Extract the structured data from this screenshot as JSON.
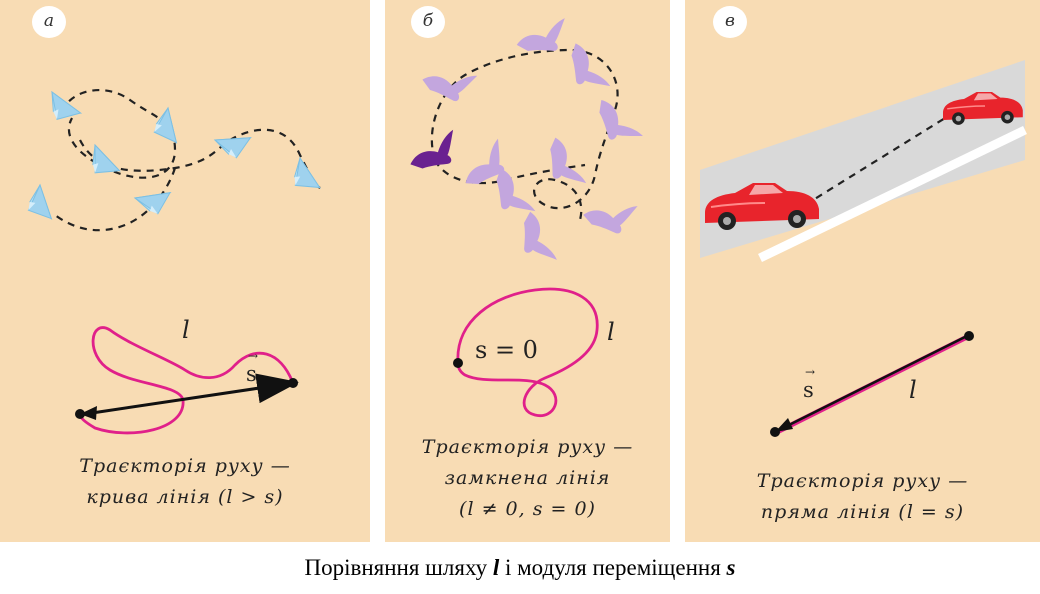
{
  "panels": [
    {
      "id": "a",
      "badge": "а",
      "path_label": "l",
      "vector_label": "s",
      "caption_line1": "Траєкторія руху —",
      "caption_line2": "крива лінія (l > s)"
    },
    {
      "id": "b",
      "badge": "б",
      "path_label": "l",
      "displacement_label": "s = 0",
      "caption_line1": "Траєкторія руху —",
      "caption_line2": "замкнена лінія",
      "caption_line3": "(l ≠ 0,  s = 0)"
    },
    {
      "id": "c",
      "badge": "в",
      "path_label": "l",
      "vector_label": "s",
      "caption_line1": "Траєкторія руху —",
      "caption_line2": "пряма лінія (l = s)"
    }
  ],
  "main_caption": {
    "prefix": "Порівняння шляху ",
    "l": "l",
    "middle": " і модуля переміщення ",
    "s": "s"
  },
  "colors": {
    "panel_bg": "#f8dcb4",
    "trajectory": "#e0208a",
    "dashed_path": "#222222",
    "planes": "#9fd2ee",
    "birds": "#c3a6de",
    "bird_dark": "#6a2190",
    "car": "#e8242c",
    "road": "#d9d9d9"
  },
  "icons": [
    "paper-plane-icon",
    "bird-icon",
    "car-icon",
    "vector-arrow-icon"
  ]
}
